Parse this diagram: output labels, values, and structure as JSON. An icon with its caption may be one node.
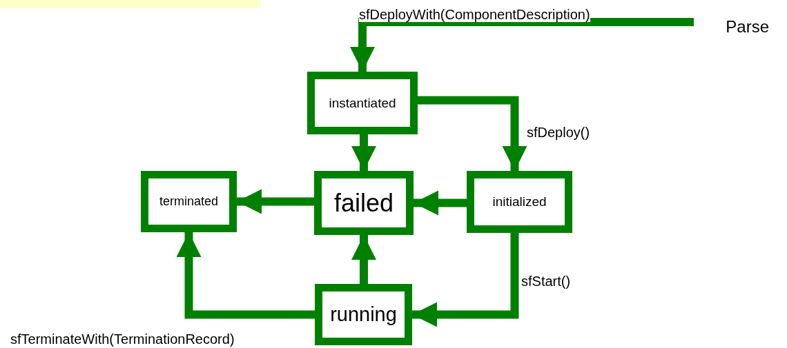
{
  "diagram": {
    "nodes": [
      {
        "text": [
          "Parse"
        ]
      },
      {
        "text": [
          "instantiated"
        ]
      },
      {
        "text": [
          "terminated"
        ]
      },
      {
        "text": [
          "failed"
        ]
      },
      {
        "text": [
          "initialized"
        ]
      },
      {
        "text": [
          "running"
        ]
      }
    ],
    "edges": [
      {
        "from": 0,
        "to": 1,
        "arrow": "to",
        "label": "sfDeployWith(ComponentDescription)"
      },
      {
        "from": 1,
        "to": 4,
        "arrow": "to",
        "label": "sfDeploy()"
      },
      {
        "from": 1,
        "to": 3,
        "arrow": "to"
      },
      {
        "from": 4,
        "to": 3,
        "arrow": "to"
      },
      {
        "from": 3,
        "to": 2,
        "arrow": "to"
      },
      {
        "from": 4,
        "to": 5,
        "arrow": "to",
        "label": "sfStart()"
      },
      {
        "from": 5,
        "to": 3,
        "arrow": "to"
      },
      {
        "from": 5,
        "to": 2,
        "arrow": "to",
        "label": "sfTerminateWith(TerminationRecord)"
      }
    ]
  }
}
